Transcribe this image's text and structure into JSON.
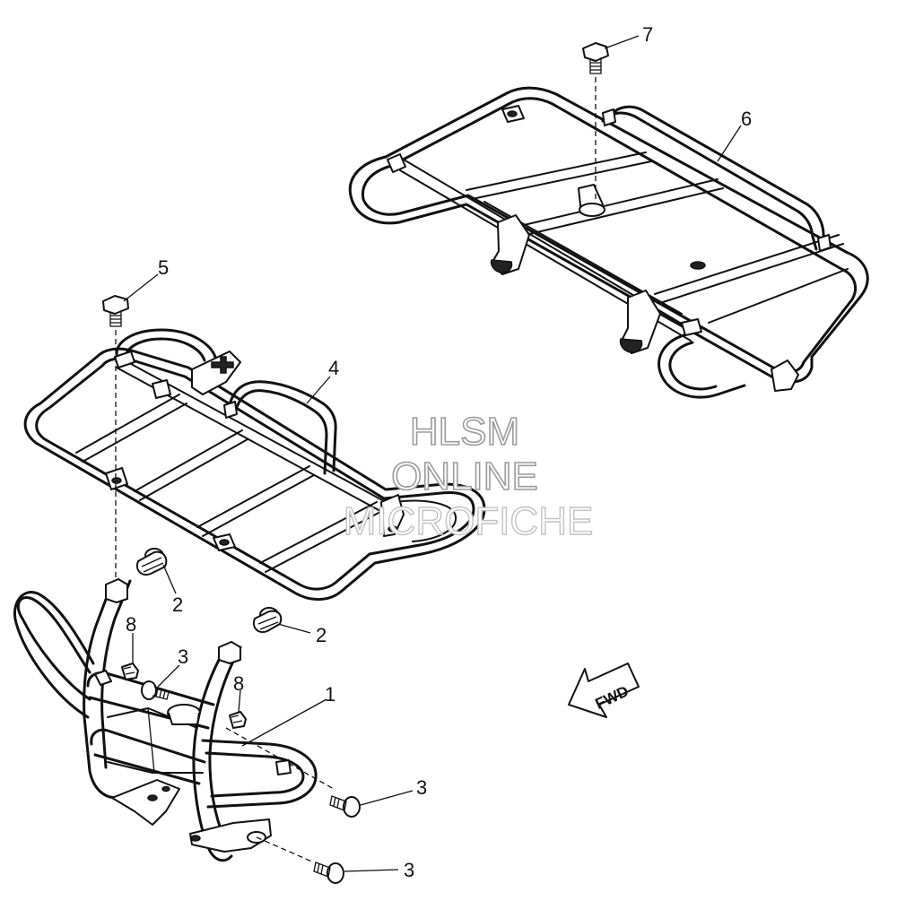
{
  "watermark": {
    "line1": "HLSM",
    "line2": "ONLINE",
    "line3": "MICROFICHE"
  },
  "direction_arrow": {
    "label": "FWD",
    "icon": "forward-arrow-icon"
  },
  "callouts": [
    {
      "id": "c1",
      "label": "1"
    },
    {
      "id": "c2a",
      "label": "2"
    },
    {
      "id": "c2b",
      "label": "2"
    },
    {
      "id": "c3a",
      "label": "3"
    },
    {
      "id": "c3b",
      "label": "3"
    },
    {
      "id": "c3c",
      "label": "3"
    },
    {
      "id": "c4",
      "label": "4"
    },
    {
      "id": "c5",
      "label": "5"
    },
    {
      "id": "c6",
      "label": "6"
    },
    {
      "id": "c7",
      "label": "7"
    },
    {
      "id": "c8a",
      "label": "8"
    },
    {
      "id": "c8b",
      "label": "8"
    }
  ]
}
